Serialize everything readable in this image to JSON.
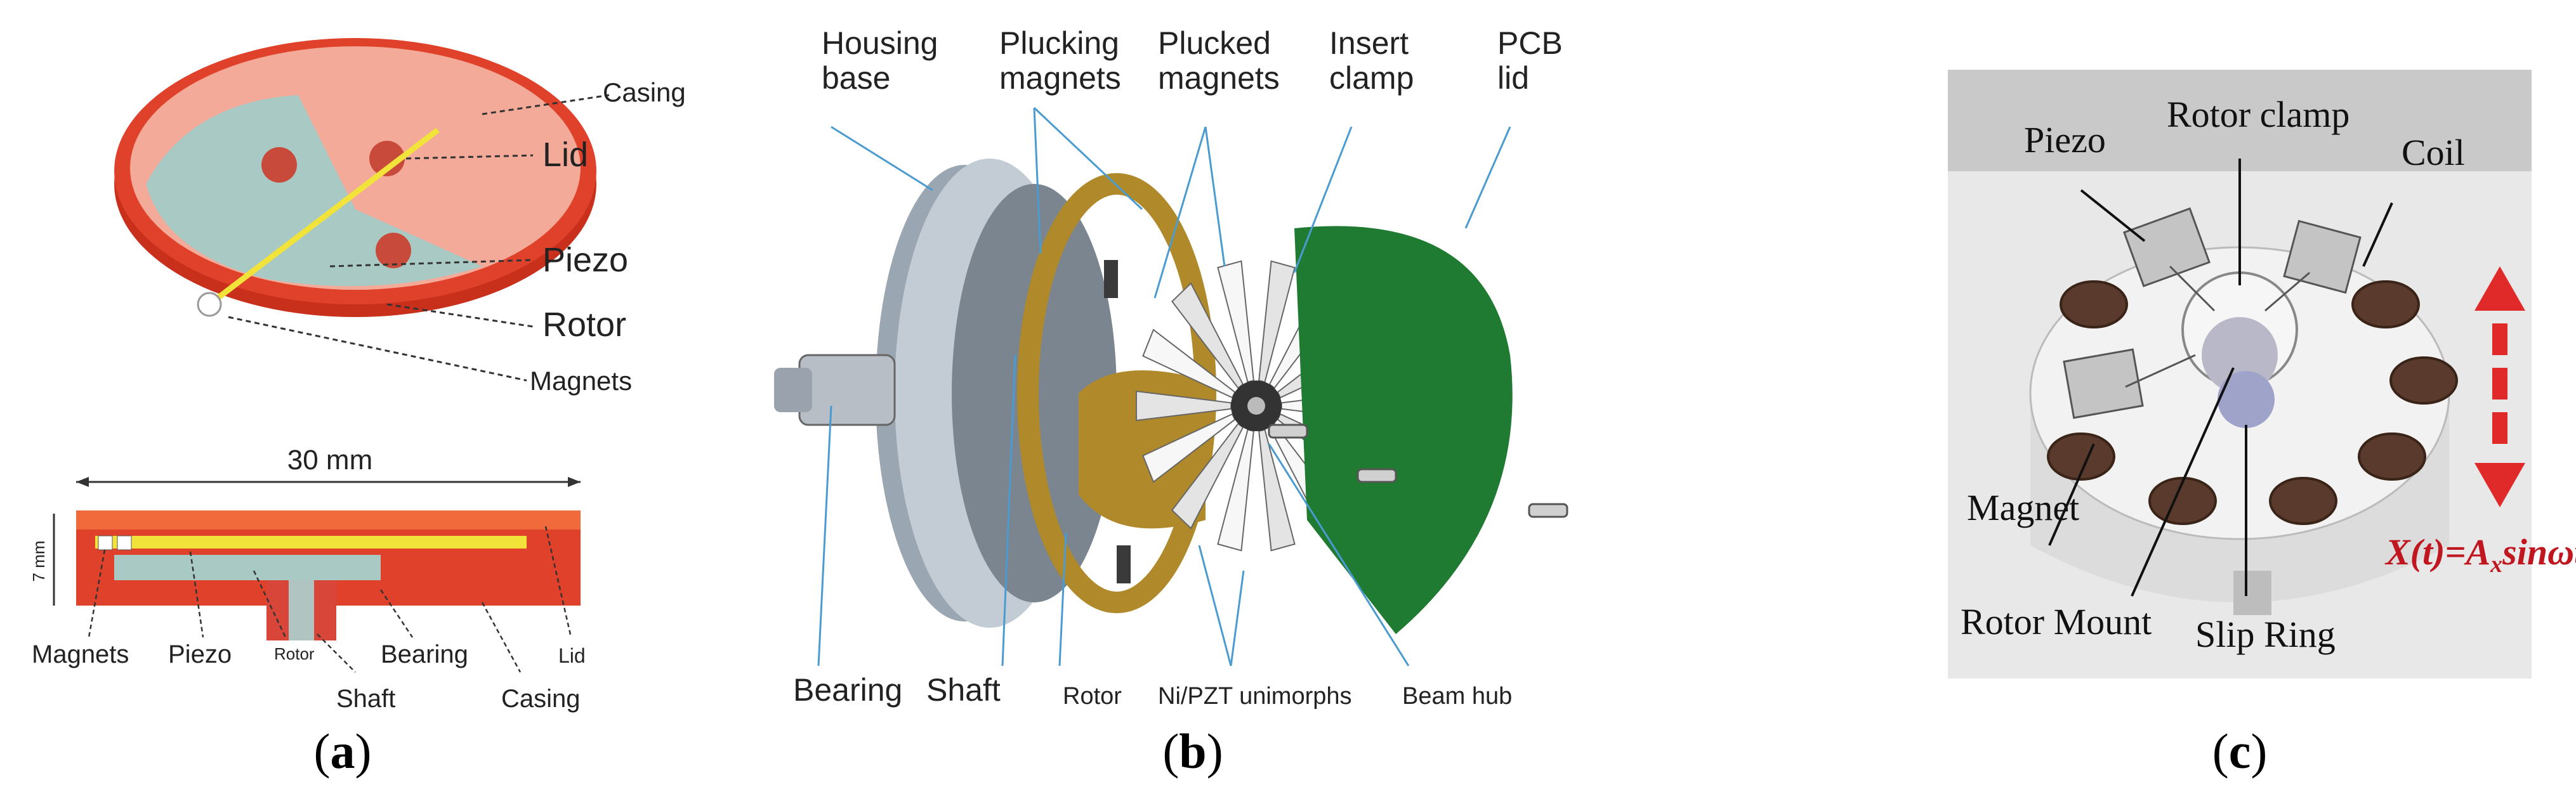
{
  "panels": [
    {
      "id": "a",
      "sub_label": "a",
      "top_labels": [
        "Casing",
        "Lid",
        "Piezo",
        "Rotor",
        "Magnets"
      ],
      "dimension_width": "30 mm",
      "dimension_height": "7 mm",
      "section_labels": [
        "Magnets",
        "Piezo",
        "Rotor",
        "Shaft",
        "Bearing",
        "Casing",
        "Lid"
      ]
    },
    {
      "id": "b",
      "sub_label": "b",
      "top_labels": [
        "Housing base",
        "Plucking magnets",
        "Plucked magnets",
        "Insert clamp",
        "PCB lid"
      ],
      "bottom_labels": [
        "Bearing",
        "Shaft",
        "Rotor",
        "Ni/PZT unimorphs",
        "Beam hub"
      ]
    },
    {
      "id": "c",
      "sub_label": "c",
      "labels": [
        "Piezo",
        "Rotor clamp",
        "Coil",
        "Magnet",
        "Rotor Mount",
        "Slip Ring"
      ],
      "equation": "X(t)=A_x sinωt",
      "equation_parts": {
        "lhs": "X(t)=A",
        "sub": "x",
        "rhs": "sinωt"
      },
      "equation_color": "#c0161f"
    }
  ],
  "colors": {
    "casing": "#e0412a",
    "lid": "#f2a493",
    "piezo": "#f1e33a",
    "rotor": "#a9c9c4",
    "housing": "#b8c2cc",
    "clamp_ring": "#b0892a",
    "pcb": "#1f7a32",
    "arrow": "#4a9bd0",
    "motion_arrow": "#e02a2a"
  }
}
